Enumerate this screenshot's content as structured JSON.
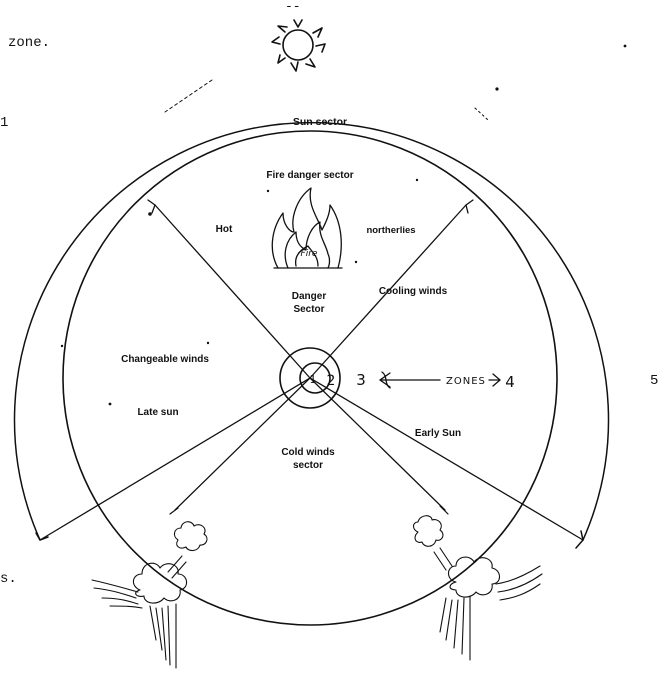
{
  "page_fragments": {
    "top_fragment": "--",
    "zone": "zone.",
    "left_one": "1",
    "left_s": "s.",
    "right_five": "5"
  },
  "diagram": {
    "sun_sector": "Sun sector",
    "fire_danger_sector": "Fire danger sector",
    "hot": "Hot",
    "northerlies": "northerlies",
    "fire_label": "Fire",
    "danger_sector_line1": "Danger",
    "danger_sector_line2": "Sector",
    "cooling_winds": "Cooling winds",
    "changeable_winds": "Changeable winds",
    "late_sun": "Late sun",
    "early_sun": "Early Sun",
    "cold_winds_line1": "Cold winds",
    "cold_winds_line2": "sector",
    "zones_label": "ZONES",
    "zone_numbers": [
      "1",
      "2",
      "3",
      "4"
    ]
  },
  "icons": [
    "sun-icon",
    "fire-icon",
    "wind-cloud-icon"
  ],
  "colors": {
    "ink": "#111111",
    "paper": "#ffffff"
  }
}
